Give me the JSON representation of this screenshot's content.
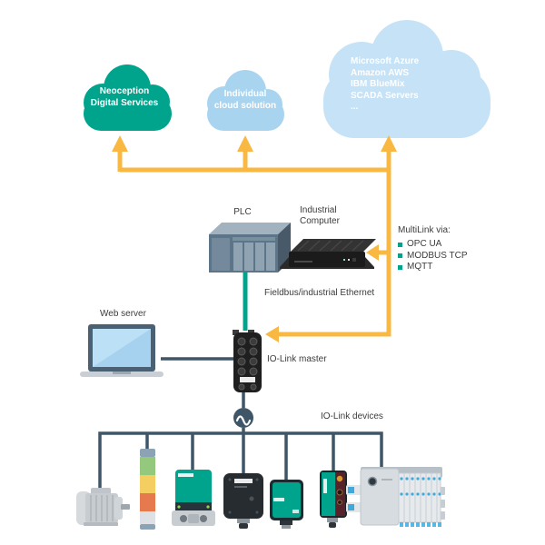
{
  "clouds": {
    "neoception": {
      "lines": [
        "Neoception",
        "Digital Services"
      ]
    },
    "individual": {
      "lines": [
        "Individual",
        "cloud solution"
      ]
    },
    "public_platforms": {
      "items": [
        "Microsoft Azure",
        "Amazon AWS",
        "IBM BlueMix",
        "SCADA Servers",
        "..."
      ]
    }
  },
  "nodes": {
    "plc": "PLC",
    "industrial_computer": "Industrial Computer",
    "web_server": "Web server",
    "io_link_master": "IO-Link master",
    "io_link_devices": "IO-Link devices",
    "fieldbus": "Fieldbus/industrial Ethernet"
  },
  "multilink": {
    "title": "MultiLink via:",
    "items": [
      "OPC UA",
      "MODBUS TCP",
      "MQTT"
    ]
  },
  "icons": [
    "neoception-cloud-icon",
    "individual-cloud-icon",
    "public-cloud-icon",
    "plc-icon",
    "industrial-computer-icon",
    "laptop-icon",
    "io-link-master-icon",
    "io-link-icon",
    "electric-motor-icon",
    "signal-tower-icon",
    "rotary-encoder-icon",
    "inclination-sensor-icon",
    "proximity-sensor-icon",
    "photoelectric-sensor-icon",
    "valve-terminal-icon"
  ],
  "colors": {
    "teal": "#00A48C",
    "cloud_blue": "#A9D4EF",
    "cloud_blue_light": "#C6E2F6",
    "arrow_yellow": "#F9B841",
    "line_dark": "#3E5668",
    "text": "#3C3C3C"
  }
}
